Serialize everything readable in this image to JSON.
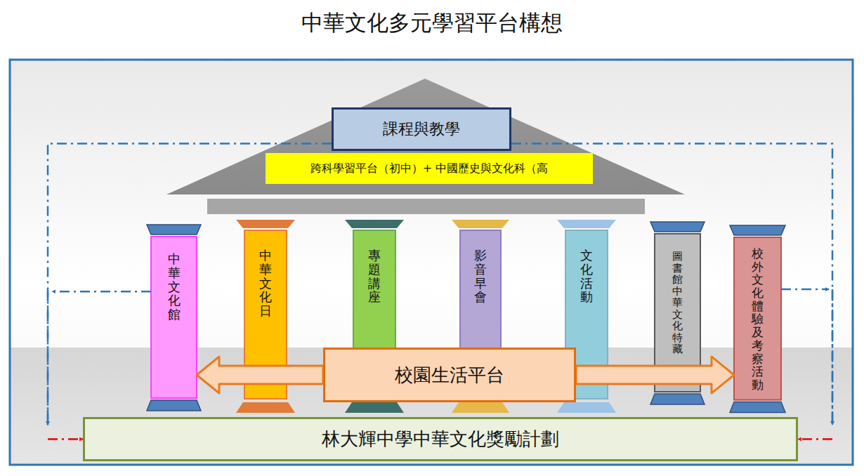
{
  "diagram": {
    "title": "中華文化多元學習平台構想",
    "nodes": [
      {
        "text": [
          "課程與教學"
        ]
      },
      {
        "text": [
          "跨科學習平台（初中）+ 中國歷史與文化科（高"
        ]
      },
      {
        "text": [
          "中華文化館"
        ]
      },
      {
        "text": [
          "中華文化日"
        ]
      },
      {
        "text": [
          "專題講座"
        ]
      },
      {
        "text": [
          "影音早會"
        ]
      },
      {
        "text": [
          "文化活動"
        ]
      },
      {
        "text": [
          "圖書館中華文化特藏"
        ]
      },
      {
        "text": [
          "校外文化體驗及考察活動"
        ]
      },
      {
        "text": [
          "校園生活平台"
        ]
      },
      {
        "text": [
          "林大輝中學中華文化獎勵計劃"
        ]
      }
    ],
    "edges": [
      {
        "from": 0,
        "to": 10,
        "arrow": "to"
      },
      {
        "from": 0,
        "to": 10,
        "arrow": "to"
      },
      {
        "from": 2,
        "to": 10,
        "arrow": "to"
      },
      {
        "from": 8,
        "to": 10,
        "arrow": "to"
      },
      {
        "from": 9,
        "to": 2,
        "arrow": "to"
      },
      {
        "from": 9,
        "to": 8,
        "arrow": "to"
      }
    ]
  }
}
